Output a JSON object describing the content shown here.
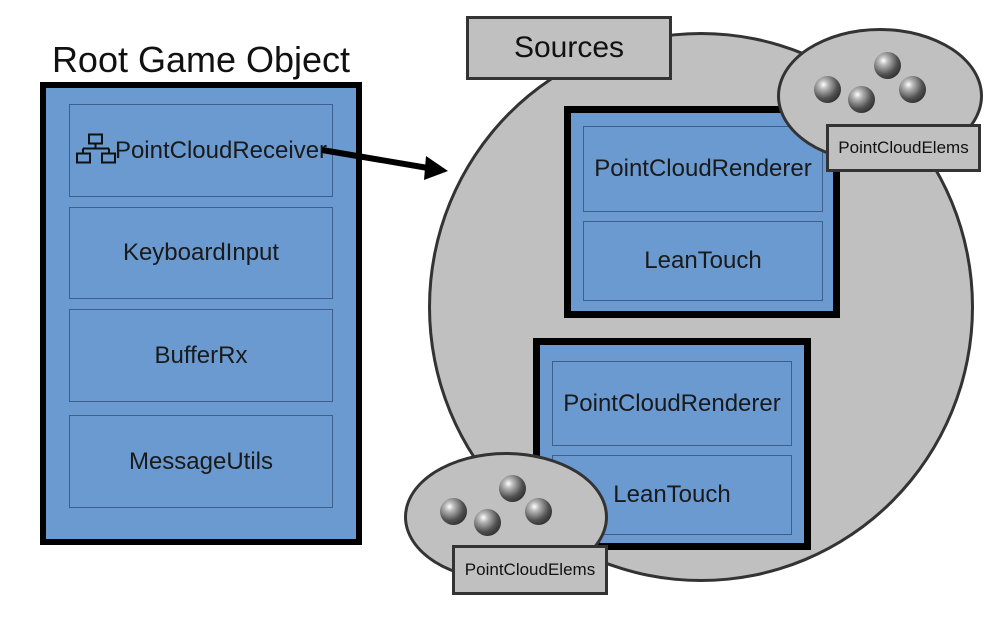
{
  "root": {
    "title": "Root Game Object",
    "components": [
      "PointCloudReceiver",
      "KeyboardInput",
      "BufferRx",
      "MessageUtils"
    ]
  },
  "sources": {
    "label": "Sources",
    "objects": [
      {
        "components": [
          "PointCloudRenderer",
          "LeanTouch"
        ],
        "elems_label": "PointCloudElems"
      },
      {
        "components": [
          "PointCloudRenderer",
          "LeanTouch"
        ],
        "elems_label": "PointCloudElems"
      }
    ]
  },
  "colors": {
    "component_blue": "#6a9ad0",
    "sources_gray": "#c0c0c0",
    "outline": "#000000"
  },
  "icons": {
    "receiver": "hierarchy-icon",
    "arrow": "arrow-right-icon"
  }
}
